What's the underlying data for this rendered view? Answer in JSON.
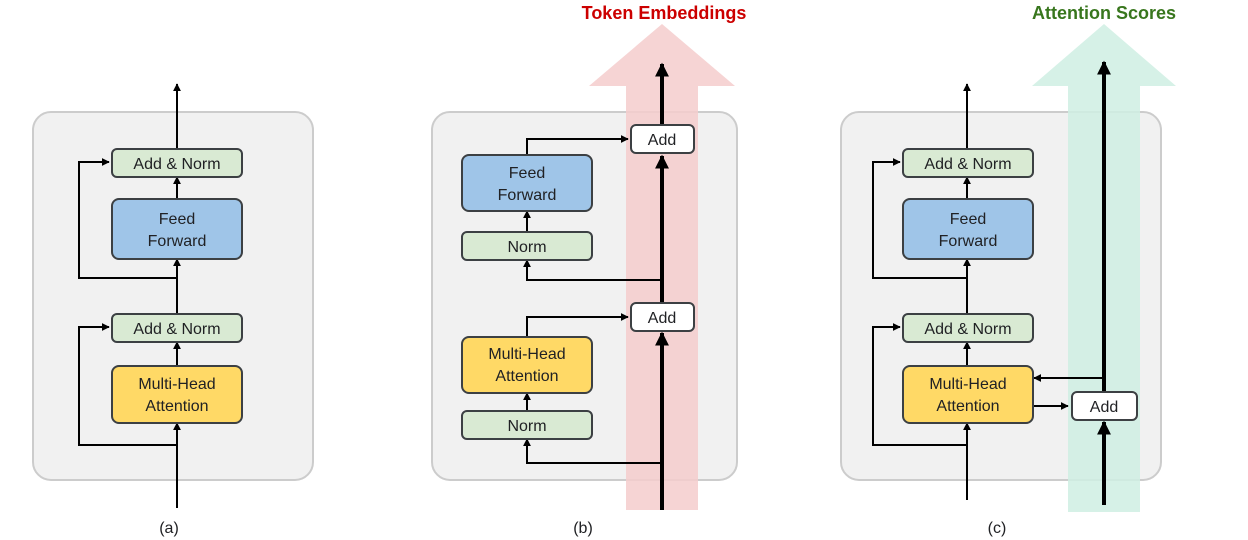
{
  "panels": {
    "a": {
      "caption": "(a)",
      "add_norm_top": "Add & Norm",
      "ffn_line1": "Feed",
      "ffn_line2": "Forward",
      "add_norm_bottom": "Add & Norm",
      "mha_line1": "Multi-Head",
      "mha_line2": "Attention"
    },
    "b": {
      "caption": "(b)",
      "stream_title": "Token Embeddings",
      "add_top": "Add",
      "ffn_line1": "Feed",
      "ffn_line2": "Forward",
      "norm_top": "Norm",
      "add_bottom": "Add",
      "mha_line1": "Multi-Head",
      "mha_line2": "Attention",
      "norm_bottom": "Norm"
    },
    "c": {
      "caption": "(c)",
      "stream_title": "Attention Scores",
      "add_norm_top": "Add & Norm",
      "ffn_line1": "Feed",
      "ffn_line2": "Forward",
      "add_norm_bottom": "Add & Norm",
      "mha_line1": "Multi-Head",
      "mha_line2": "Attention",
      "add": "Add"
    }
  },
  "colors": {
    "container_fill": "#f1f1f1",
    "container_stroke": "#cccccc",
    "norm_fill": "#d9ead3",
    "ffn_fill": "#9fc5e8",
    "attention_fill": "#ffd966",
    "add_fill": "#ffffff",
    "token_stream": "#f4cccc",
    "token_title": "#cc0000",
    "score_stream": "#cfeee3",
    "score_title": "#38761d",
    "line": "#000000"
  }
}
